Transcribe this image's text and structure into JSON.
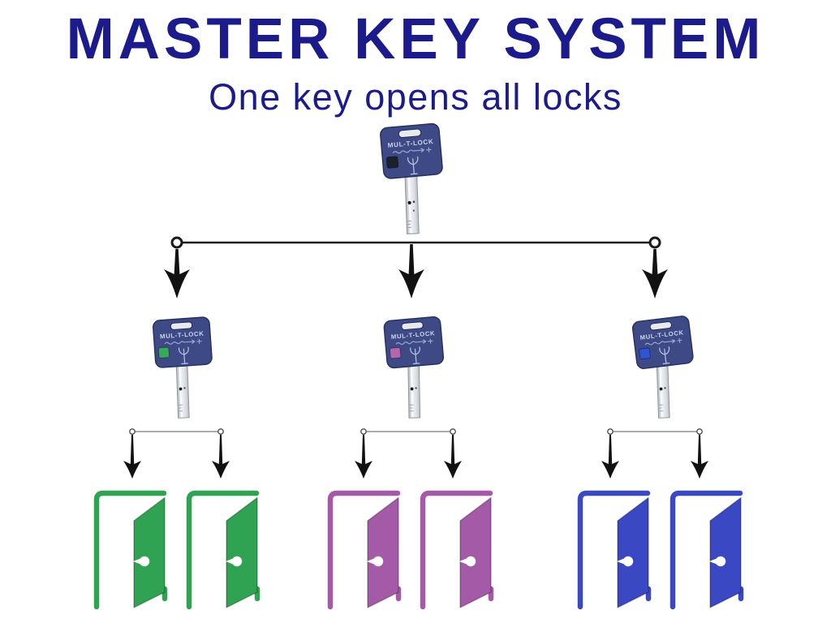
{
  "header": {
    "title": "MASTER KEY SYSTEM",
    "subtitle": "One key opens all locks",
    "text_color": "#1b1b8c"
  },
  "keys": {
    "brand": "MUL-T-LOCK",
    "head_color": "#3d4a85",
    "head_edge_color": "#272f5c",
    "slot_color": "#e8eaf0",
    "master": {
      "name": "master-key",
      "sticker_color": "#1c212e"
    },
    "sub": [
      {
        "name": "sub-key-green",
        "sticker_color": "#3aa85c"
      },
      {
        "name": "sub-key-purple",
        "sticker_color": "#b267ae"
      },
      {
        "name": "sub-key-blue",
        "sticker_color": "#2f55d6"
      }
    ]
  },
  "connectors": {
    "top_line_color": "#1a1a1a",
    "sub_line_color": "#8f8f8f",
    "arrow_color": "#111111",
    "node_stroke_color": "#1a1a1a"
  },
  "doors": {
    "groups": [
      {
        "name": "green-doors",
        "color": "#2fa351"
      },
      {
        "name": "purple-doors",
        "color": "#a45aa7"
      },
      {
        "name": "blue-doors",
        "color": "#3a48c4"
      }
    ]
  }
}
